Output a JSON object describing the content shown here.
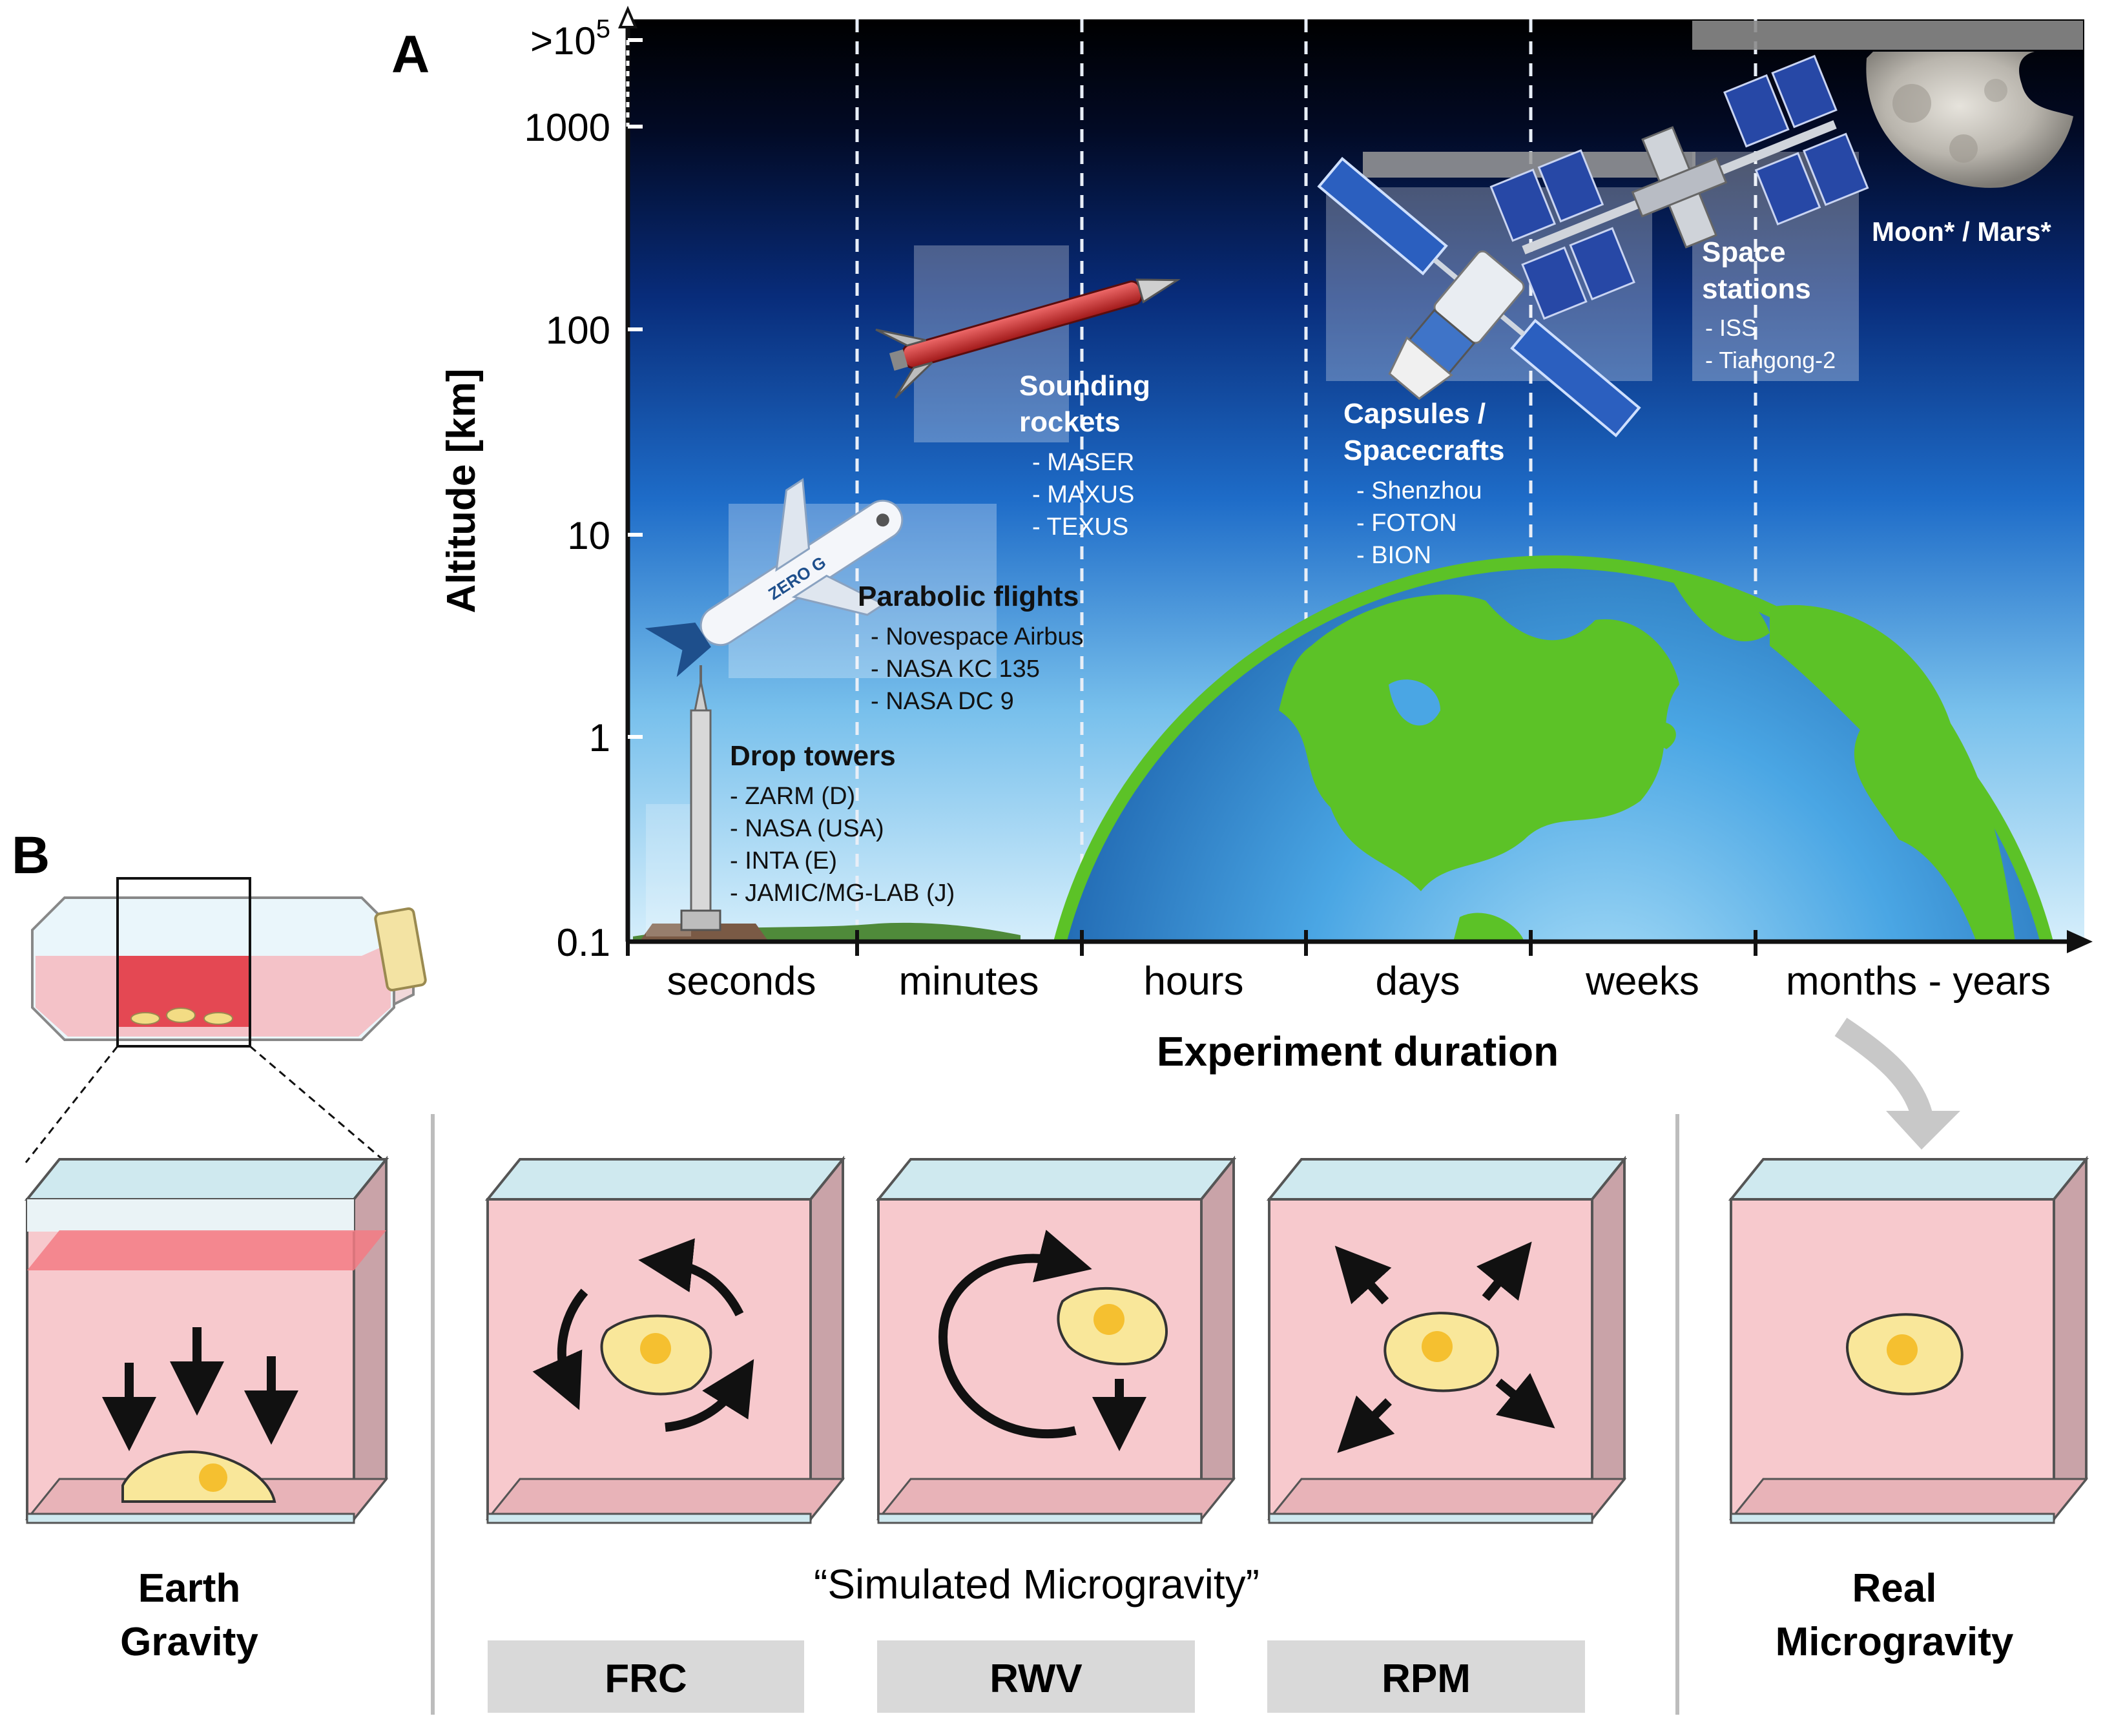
{
  "panel_a": {
    "label": "A",
    "y_axis_label": "Altitude [km]",
    "x_axis_label": "Experiment duration",
    "y_ticks": [
      "0.1",
      "1",
      "10",
      "100",
      "1000"
    ],
    "y_top_tick_base": ">10",
    "y_top_tick_exp": "5",
    "x_ticks": [
      "seconds",
      "minutes",
      "hours",
      "days",
      "weeks",
      "months - years"
    ],
    "platforms": [
      {
        "title_lines": [
          "Drop towers"
        ],
        "items": [
          "- ZARM (D)",
          "- NASA (USA)",
          "- INTA (E)",
          "- JAMIC/MG-LAB (J)"
        ]
      },
      {
        "title_lines": [
          "Parabolic flights"
        ],
        "items": [
          "- Novespace Airbus",
          "- NASA KC 135",
          "- NASA DC 9"
        ]
      },
      {
        "title_lines": [
          "Sounding",
          "rockets"
        ],
        "items": [
          "- MASER",
          "- MAXUS",
          "- TEXUS"
        ]
      },
      {
        "title_lines": [
          "Capsules /",
          "Spacecrafts"
        ],
        "items": [
          "- Shenzhou",
          "- FOTON",
          "- BION"
        ]
      },
      {
        "title_lines": [
          "Space",
          "stations"
        ],
        "items": [
          "- ISS",
          "- Tiangong-2"
        ]
      },
      {
        "title_lines": [
          "Moon* / Mars*"
        ],
        "items": []
      }
    ],
    "airplane_text": "ZERO G"
  },
  "panel_b": {
    "label": "B",
    "earth_gravity": [
      "Earth",
      "Gravity"
    ],
    "simulated_title": "“Simulated Microgravity”",
    "devices": [
      "FRC",
      "RWV",
      "RPM"
    ],
    "real_microgravity": [
      "Real",
      "Microgravity"
    ]
  },
  "colors": {
    "sky_top": "#000000",
    "sky_mid": "#0b3fa0",
    "sky_bottom": "#bfe4f7",
    "earth_ocean": "#2a7fc9",
    "earth_land": "#5cc227",
    "box_fill": "#f7c9cd",
    "lid": "#cfe9ef",
    "label_box": "#d9d9d9"
  }
}
